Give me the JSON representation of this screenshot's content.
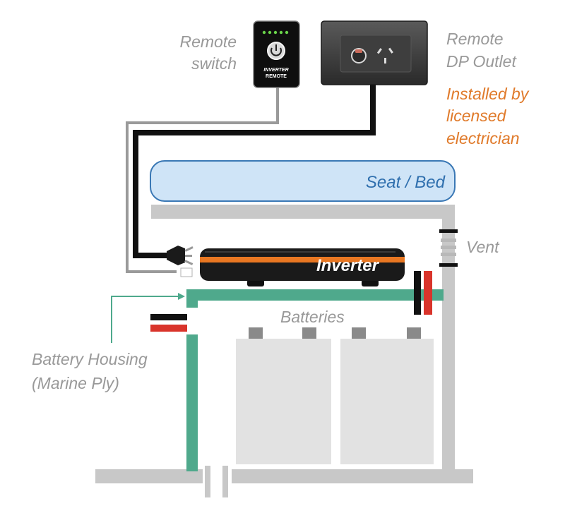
{
  "labels": {
    "remote_switch_line1": "Remote",
    "remote_switch_line2": "switch",
    "remote_outlet_line1": "Remote",
    "remote_outlet_line2": "DP Outlet",
    "installer_line1": "Installed by",
    "installer_line2": "licensed",
    "installer_line3": "electrician",
    "seat_bed": "Seat / Bed",
    "vent": "Vent",
    "inverter": "Inverter",
    "batteries": "Batteries",
    "housing_line1": "Battery Housing",
    "housing_line2": "(Marine Ply)",
    "remote_device_line1": "INVERTER",
    "remote_device_line2": "REMOTE"
  },
  "colors": {
    "label_gray": "#999999",
    "note_orange": "#e07a2a",
    "seat_fill": "#cfe4f7",
    "seat_stroke": "#3a78b5",
    "seat_text": "#2f6fae",
    "structure_gray": "#c8c8c8",
    "housing_green": "#4fa98c",
    "inverter_body": "#1a1a1a",
    "inverter_stripe": "#e87722",
    "battery_fill": "#e2e2e2",
    "cable_positive": "#d9342b",
    "cable_negative": "#111111",
    "remote_led": "#6ad44a"
  },
  "icons": {
    "remote_switch": "inverter-remote-icon",
    "outlet": "power-outlet-icon",
    "plug": "au-plug-icon"
  }
}
